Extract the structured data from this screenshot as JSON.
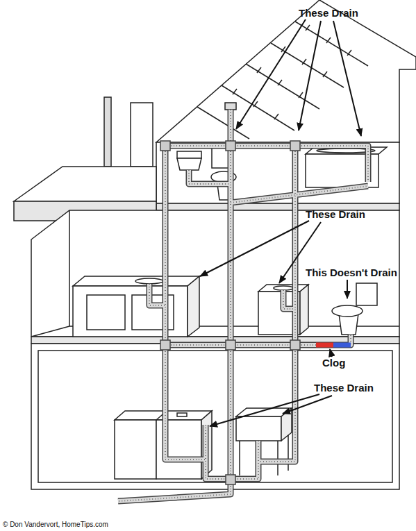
{
  "diagram": {
    "labels": [
      "These Drain",
      "These Drain",
      "This Doesn't Drain",
      "Clog",
      "These Drain",
      "© Don Vandervort, HomeTips.com"
    ]
  }
}
